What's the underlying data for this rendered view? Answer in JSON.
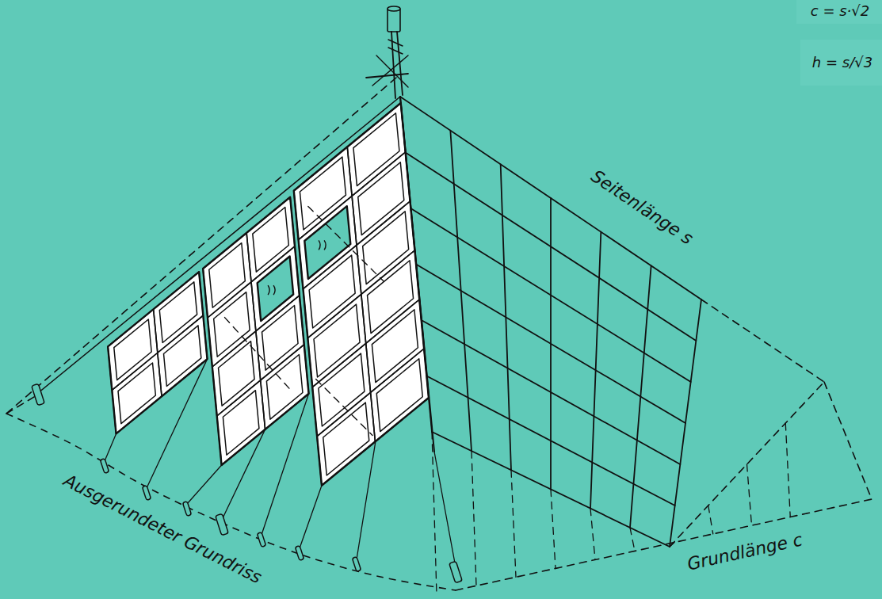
{
  "diagram": {
    "labels": [
      "c = s·√2",
      "h = s/√3",
      "Seitenlänge s",
      "Ausgerundeter Grundriss",
      "Grundlänge c"
    ]
  }
}
